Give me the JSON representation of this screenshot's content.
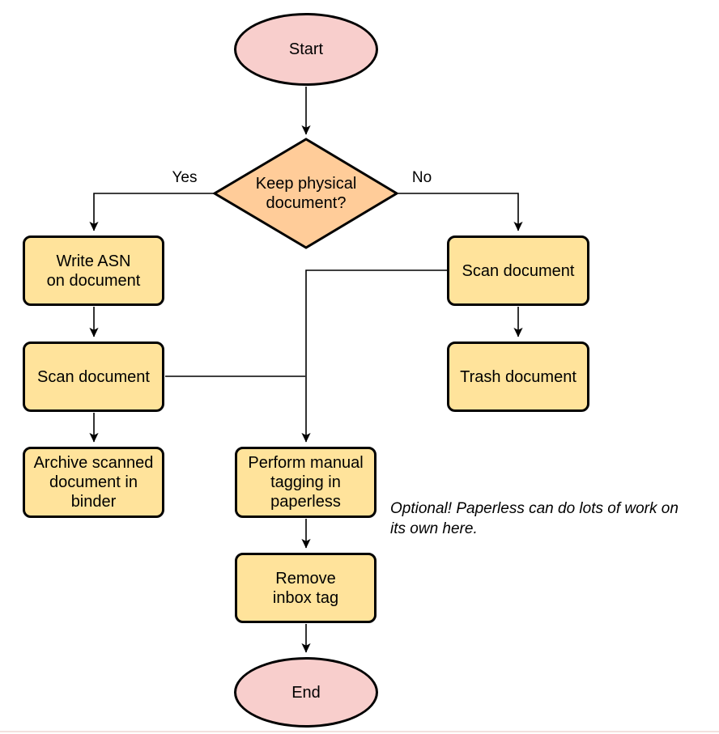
{
  "colors": {
    "terminator_fill": "#f8cecc",
    "decision_fill": "#ffcc99",
    "process_fill": "#ffe39b",
    "stroke": "#000000",
    "background": "#ffffff"
  },
  "nodes": {
    "start": {
      "label": "Start"
    },
    "decision": {
      "label": [
        "Keep physical",
        "document?"
      ]
    },
    "write_asn": {
      "label": [
        "Write ASN",
        "on document"
      ]
    },
    "scan_left": {
      "label": "Scan document"
    },
    "archive": {
      "label": [
        "Archive scanned",
        "document in",
        "binder"
      ]
    },
    "scan_right": {
      "label": "Scan document"
    },
    "trash": {
      "label": "Trash document"
    },
    "tagging": {
      "label": [
        "Perform manual",
        "tagging in",
        "paperless"
      ]
    },
    "remove_inbox": {
      "label": [
        "Remove",
        "inbox tag"
      ]
    },
    "end": {
      "label": "End"
    }
  },
  "edge_labels": {
    "yes": "Yes",
    "no": "No"
  },
  "annotation": [
    "Optional! Paperless can do lots of work on",
    "its own here."
  ]
}
